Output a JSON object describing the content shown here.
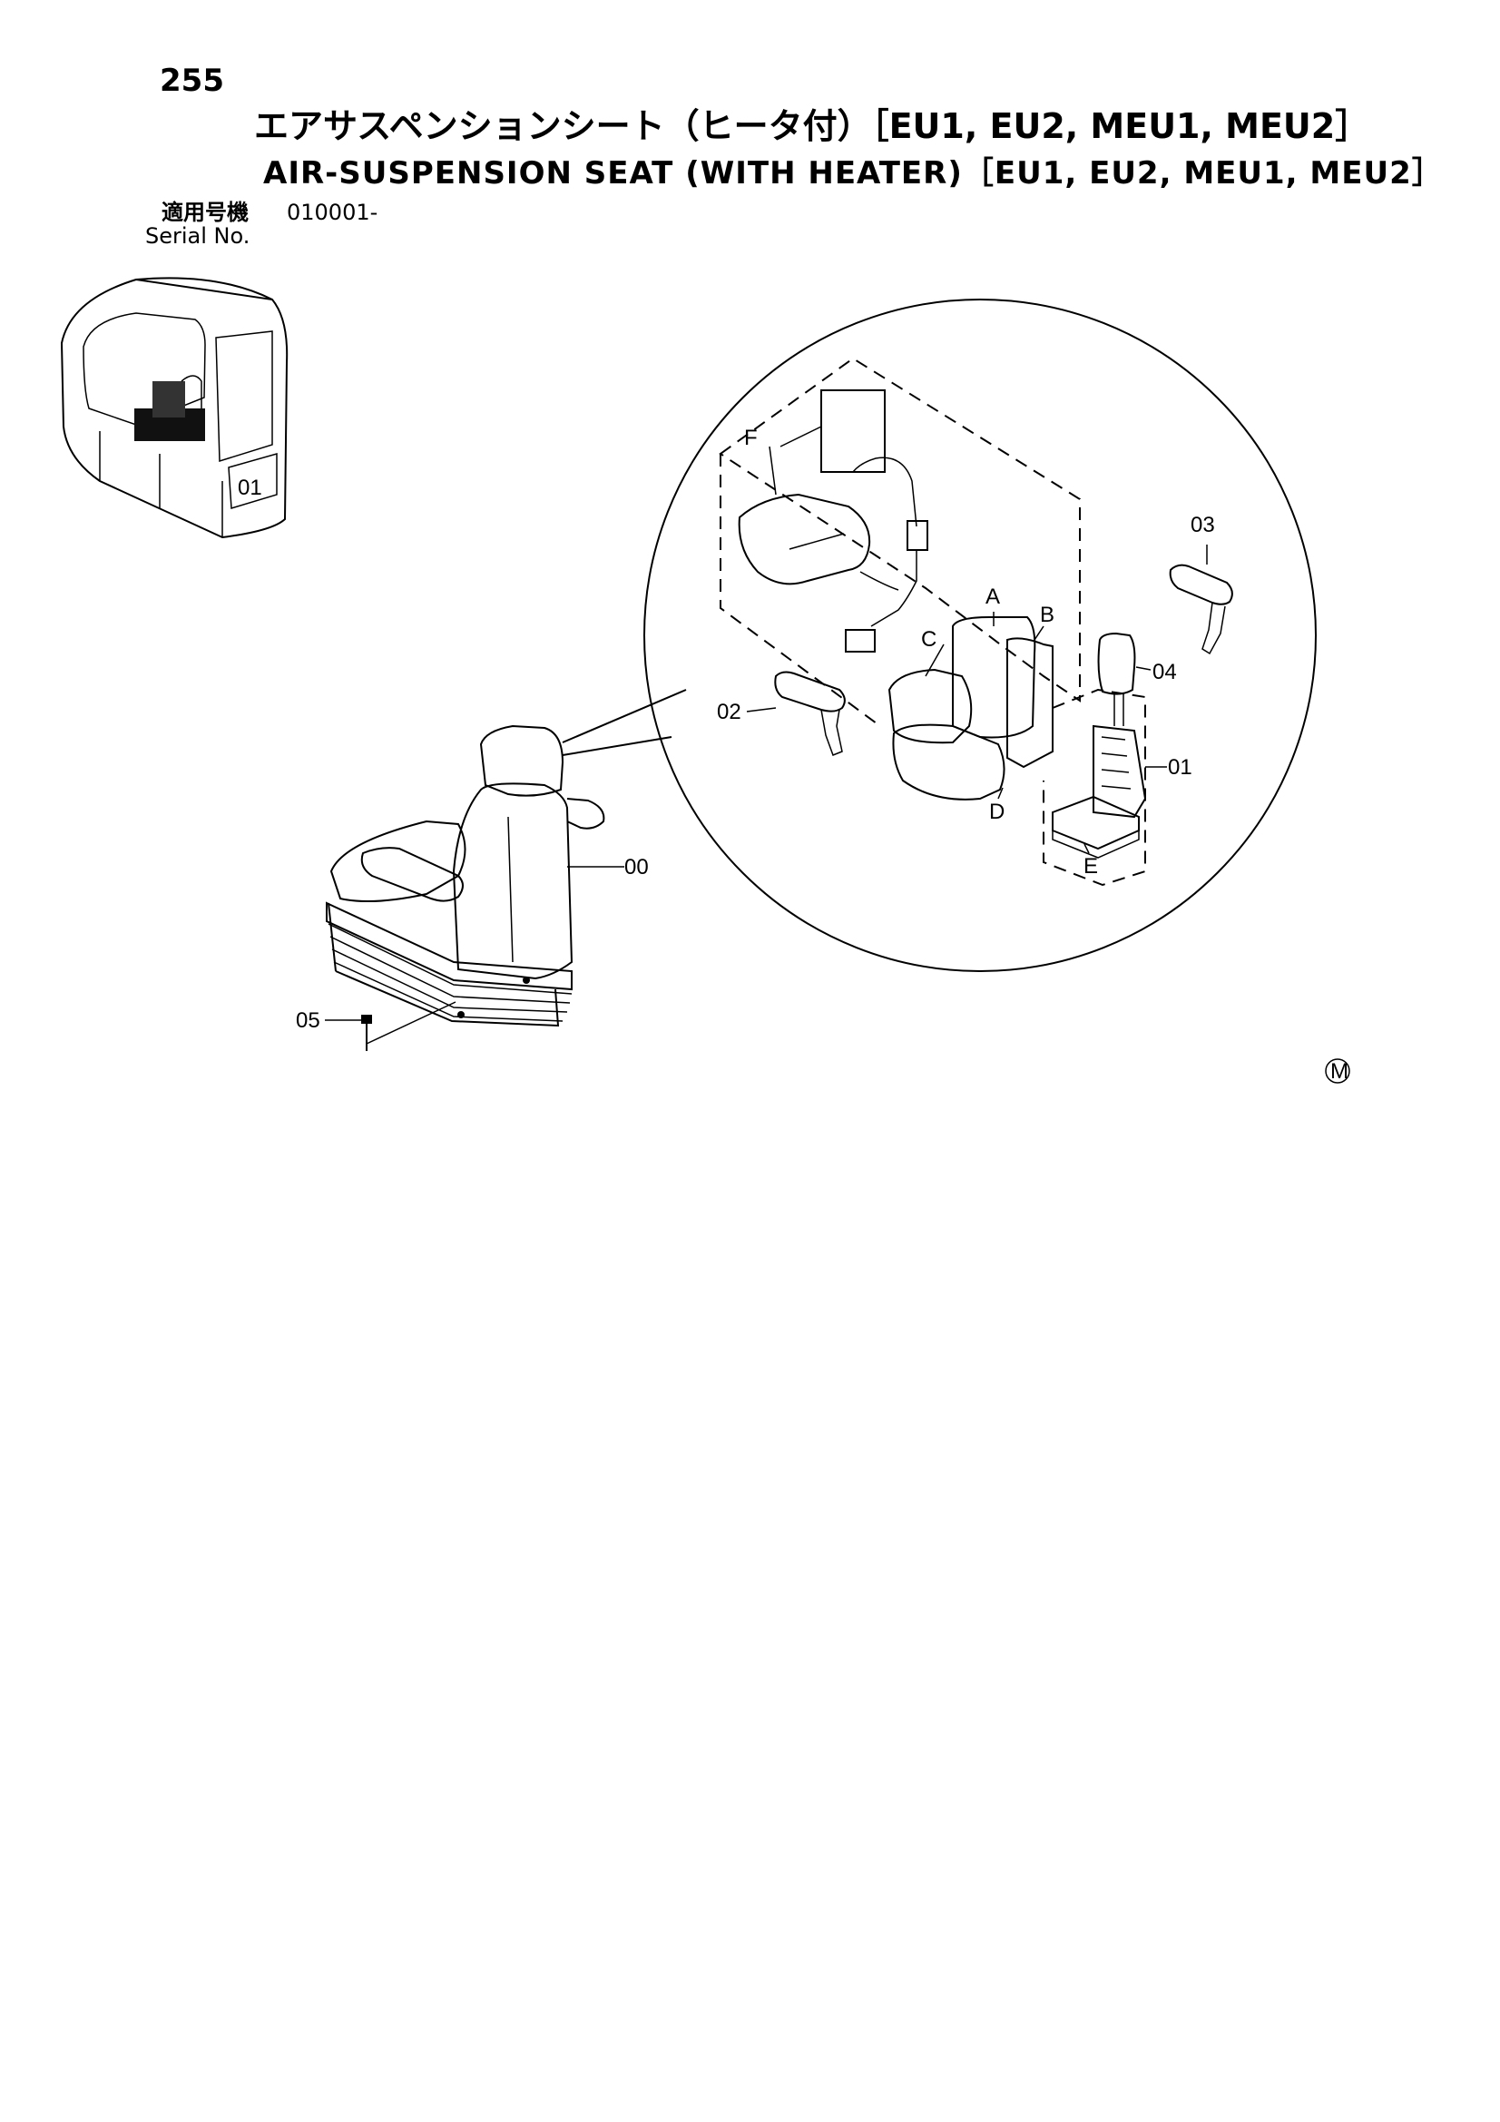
{
  "header": {
    "page_number": "255",
    "title_jp": "エアサスペンションシート（ヒータ付）［EU1, EU2, MEU1, MEU2］",
    "title_en": "AIR-SUSPENSION SEAT (WITH HEATER)［EU1, EU2, MEU1, MEU2］",
    "serial_label_jp": "適用号機",
    "serial_value": "010001-",
    "serial_label_en": "Serial No."
  },
  "callouts": {
    "p00": "00",
    "p01": "01",
    "p02": "02",
    "p03": "03",
    "p04": "04",
    "p05": "05",
    "a": "A",
    "b": "B",
    "c": "C",
    "d": "D",
    "e": "E",
    "f": "F"
  },
  "marks": {
    "m": "M"
  }
}
